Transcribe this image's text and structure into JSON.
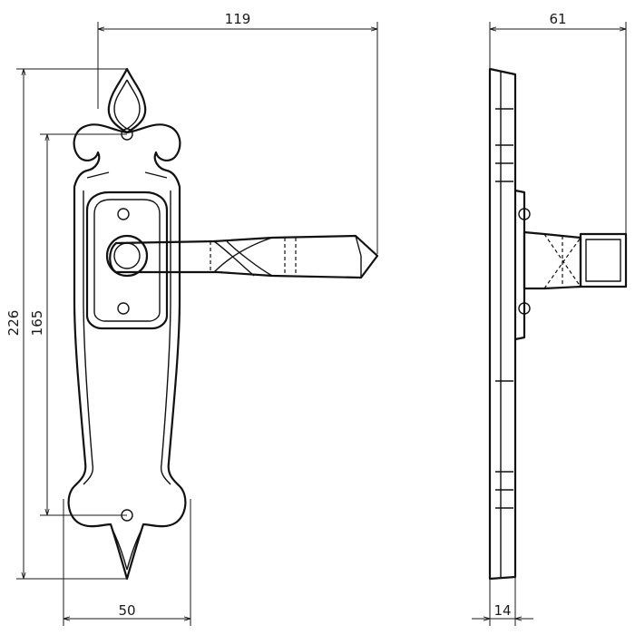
{
  "drawing": {
    "dimensions": {
      "top_width": "119",
      "overall_height": "226",
      "hole_spacing": "165",
      "plate_width": "50",
      "side_depth": "61",
      "plate_thickness": "14"
    }
  }
}
